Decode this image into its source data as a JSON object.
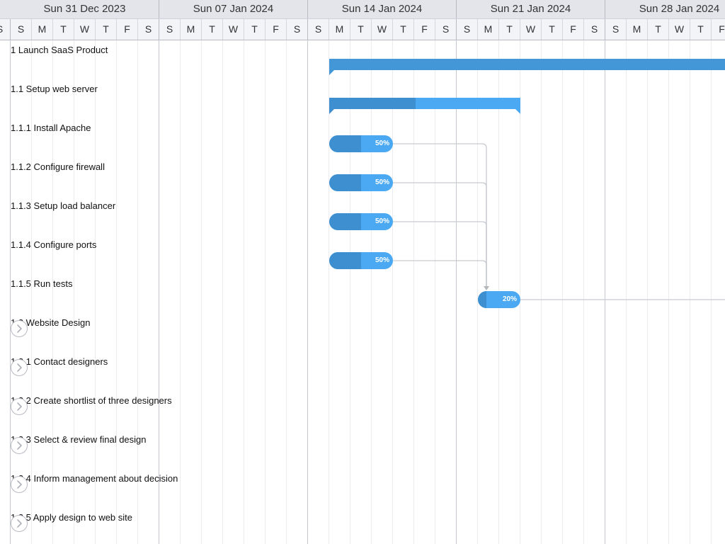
{
  "weeks": [
    "Sun 31 Dec 2023",
    "Sun 07 Jan 2024",
    "Sun 14 Jan 2024",
    "Sun 21 Jan 2024",
    "Sun 28 Jan 2024"
  ],
  "weekdays": [
    "S",
    "M",
    "T",
    "W",
    "T",
    "F",
    "S"
  ],
  "colors": {
    "bar_done": "#3d8fcf",
    "bar_remaining": "#4aa9f2",
    "parent_bar": "#4397d6",
    "link_line": "#c7c9cf"
  },
  "tasks": [
    {
      "id": "t1",
      "label": "1 Launch SaaS Product",
      "kind": "parent",
      "start": "2024-01-15",
      "end": "2024-02-05",
      "percent": 0
    },
    {
      "id": "t11",
      "label": "1.1 Setup web server",
      "kind": "parent",
      "start": "2024-01-15",
      "end": "2024-01-24",
      "percent": 45
    },
    {
      "id": "t111",
      "label": "1.1.1 Install Apache",
      "kind": "task",
      "start": "2024-01-15",
      "end": "2024-01-18",
      "percent": 50,
      "percent_label": "50%"
    },
    {
      "id": "t112",
      "label": "1.1.2 Configure firewall",
      "kind": "task",
      "start": "2024-01-15",
      "end": "2024-01-18",
      "percent": 50,
      "percent_label": "50%"
    },
    {
      "id": "t113",
      "label": "1.1.3 Setup load balancer",
      "kind": "task",
      "start": "2024-01-15",
      "end": "2024-01-18",
      "percent": 50,
      "percent_label": "50%"
    },
    {
      "id": "t114",
      "label": "1.1.4 Configure ports",
      "kind": "task",
      "start": "2024-01-15",
      "end": "2024-01-18",
      "percent": 50,
      "percent_label": "50%"
    },
    {
      "id": "t115",
      "label": "1.1.5 Run tests",
      "kind": "task",
      "start": "2024-01-22",
      "end": "2024-01-24",
      "percent": 20,
      "percent_label": "20%"
    },
    {
      "id": "t12",
      "label": "1.2 Website Design",
      "kind": "collapsed",
      "icon": "chevron-right-icon"
    },
    {
      "id": "t121",
      "label": "1.2.1 Contact designers",
      "kind": "collapsed",
      "icon": "chevron-right-icon"
    },
    {
      "id": "t122",
      "label": "1.2.2 Create shortlist of three designers",
      "kind": "collapsed",
      "icon": "chevron-right-icon"
    },
    {
      "id": "t123",
      "label": "1.2.3 Select & review final design",
      "kind": "collapsed",
      "icon": "chevron-right-icon"
    },
    {
      "id": "t124",
      "label": "1.2.4 Inform management about decision",
      "kind": "collapsed",
      "icon": "chevron-right-icon"
    },
    {
      "id": "t125",
      "label": "1.2.5 Apply design to web site",
      "kind": "collapsed",
      "icon": "chevron-right-icon"
    }
  ],
  "dependencies": [
    {
      "from": "t111",
      "to": "t115"
    },
    {
      "from": "t112",
      "to": "t115"
    },
    {
      "from": "t113",
      "to": "t115"
    },
    {
      "from": "t114",
      "to": "t115"
    }
  ]
}
